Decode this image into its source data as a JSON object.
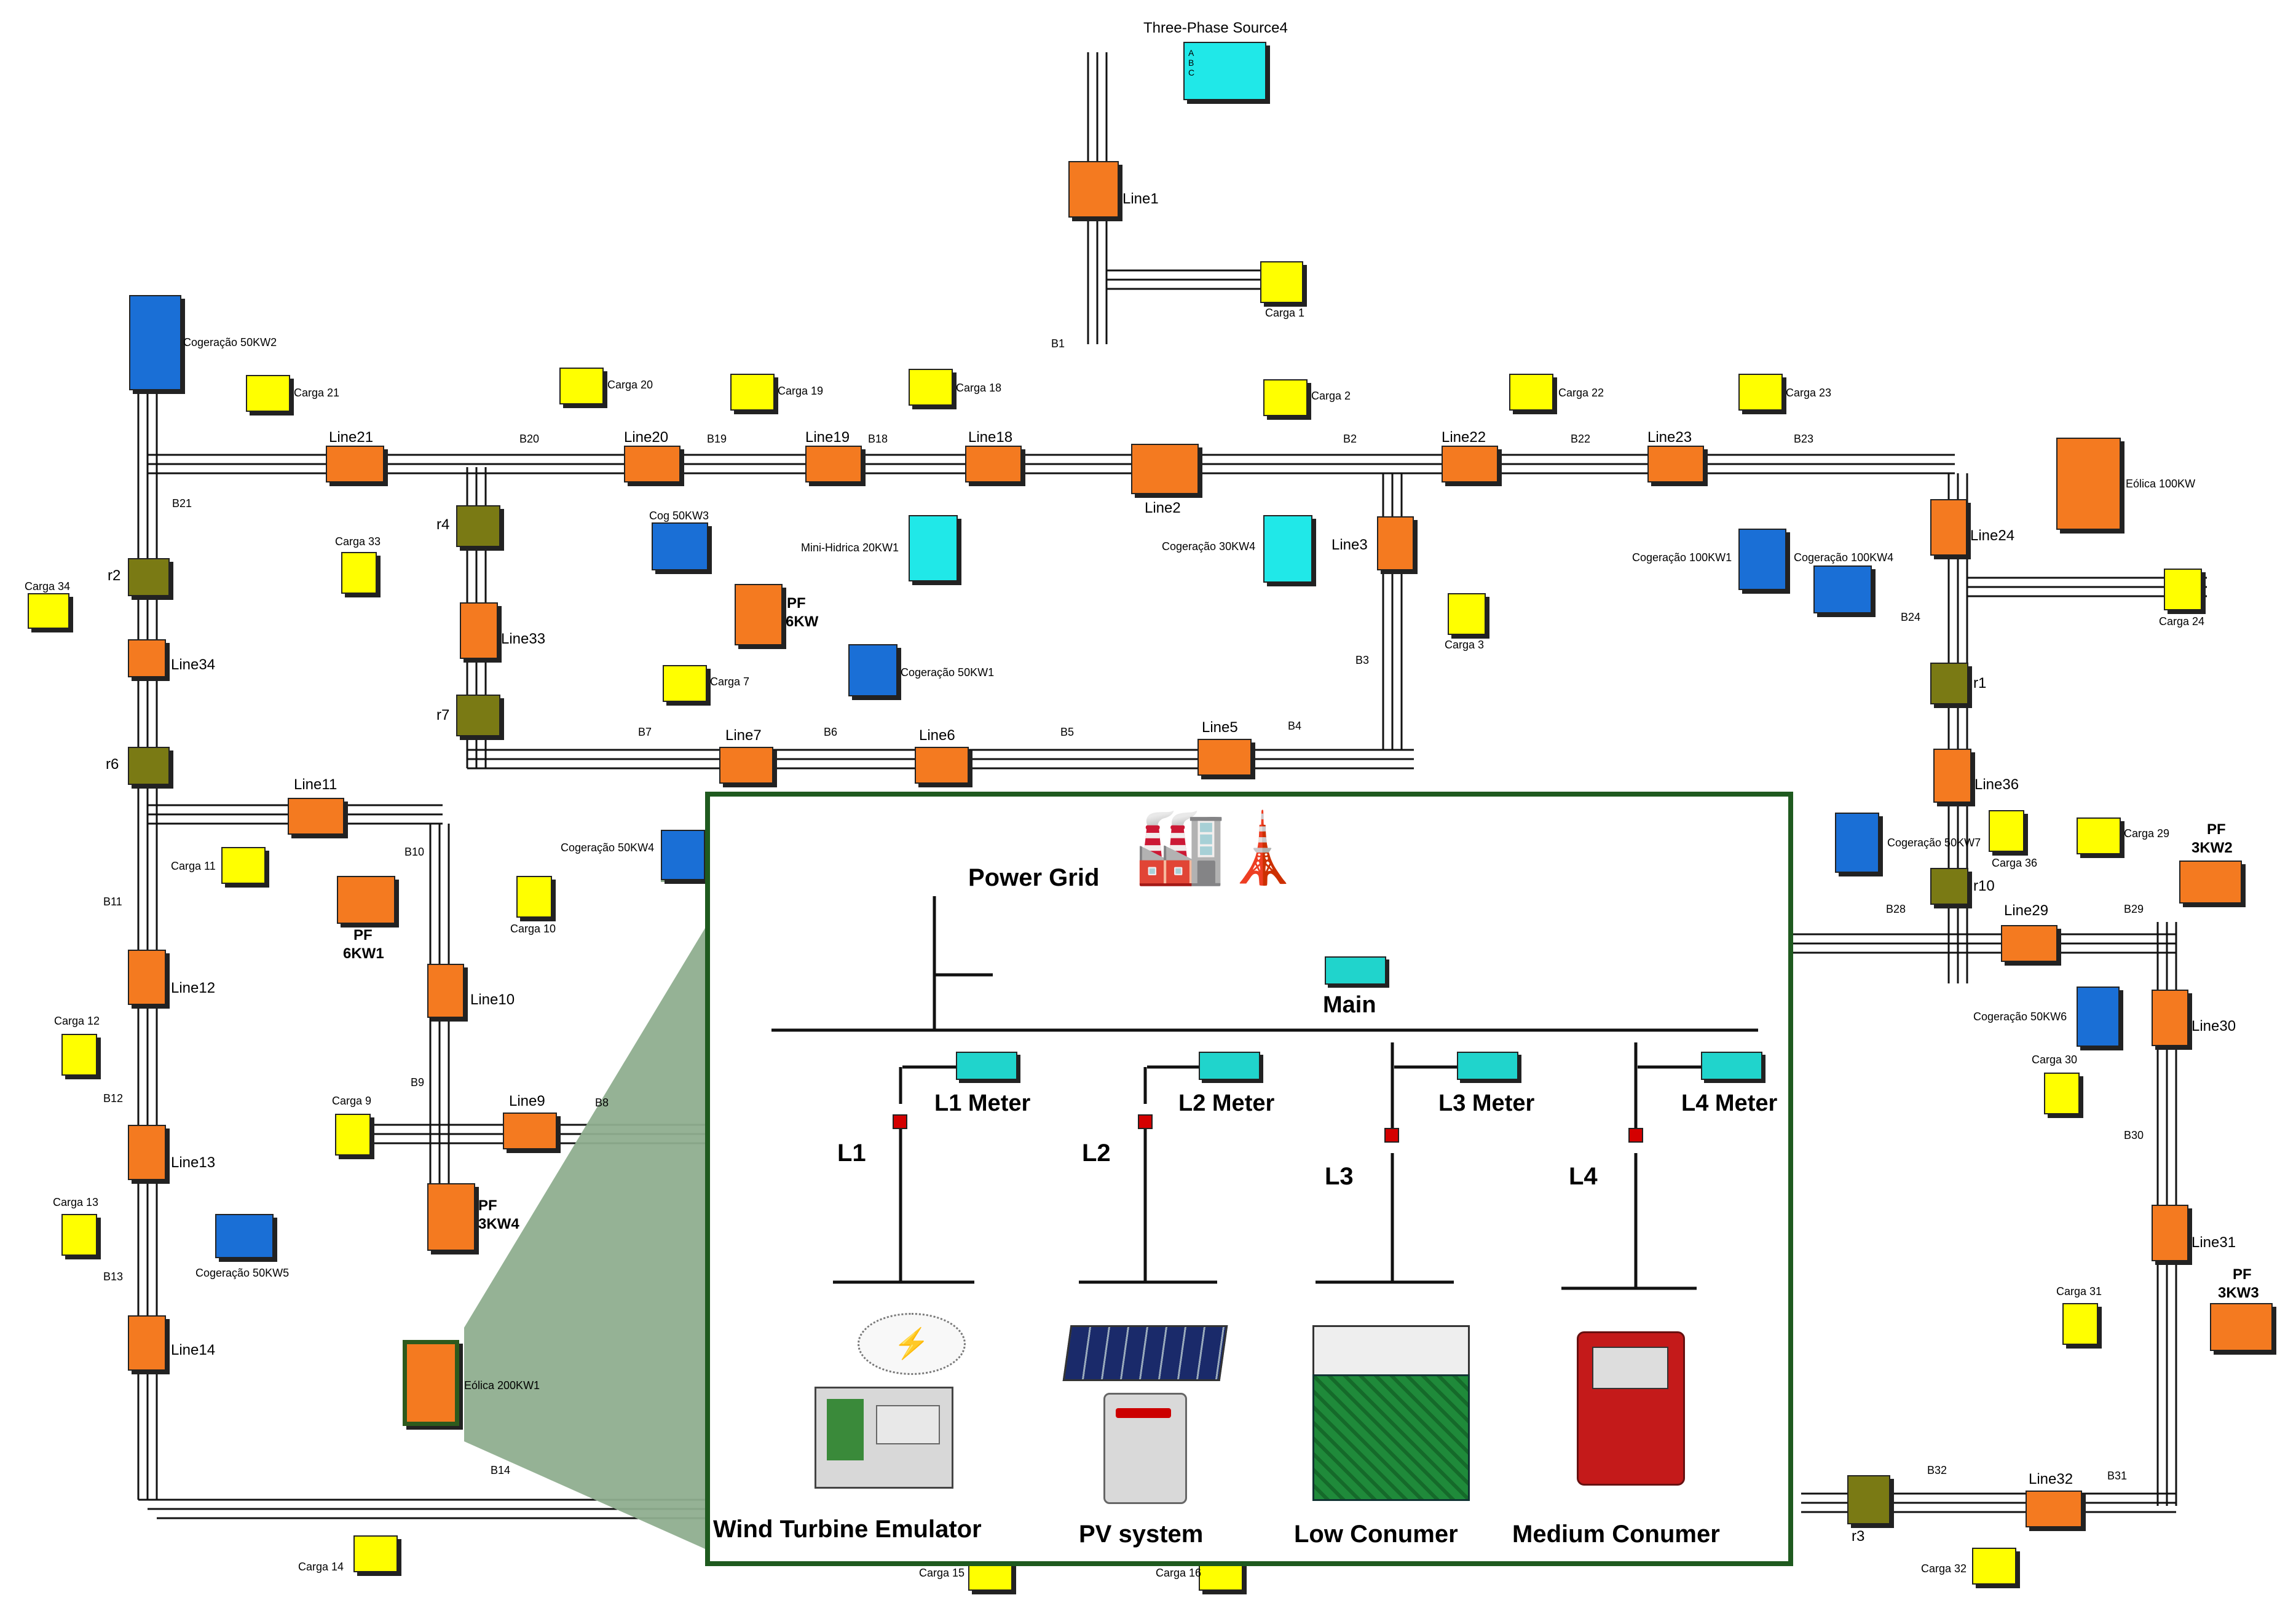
{
  "source": {
    "label": "Three-Phase Source4"
  },
  "lines": [
    "Line1",
    "Line2",
    "Line3",
    "Line5",
    "Line6",
    "Line7",
    "Line9",
    "Line10",
    "Line11",
    "Line12",
    "Line13",
    "Line14",
    "Line18",
    "Line19",
    "Line20",
    "Line21",
    "Line22",
    "Line23",
    "Line24",
    "Line29",
    "Line30",
    "Line31",
    "Line32",
    "Line33",
    "Line34",
    "Line36"
  ],
  "buses": [
    "B1",
    "B2",
    "B3",
    "B4",
    "B5",
    "B6",
    "B7",
    "B8",
    "B9",
    "B10",
    "B11",
    "B12",
    "B13",
    "B14",
    "B18",
    "B19",
    "B20",
    "B21",
    "B22",
    "B23",
    "B24",
    "B28",
    "B29",
    "B30",
    "B31",
    "B32"
  ],
  "loads": [
    "Carga 1",
    "Carga 2",
    "Carga 3",
    "Carga 7",
    "Carga 9",
    "Carga 10",
    "Carga 11",
    "Carga 12",
    "Carga 13",
    "Carga 14",
    "Carga 15",
    "Carga 16",
    "Carga 18",
    "Carga 19",
    "Carga 20",
    "Carga 21",
    "Carga 22",
    "Carga 23",
    "Carga 24",
    "Carga 29",
    "Carga 30",
    "Carga 31",
    "Carga 32",
    "Carga 33",
    "Carga 34",
    "Carga 36"
  ],
  "regulators": [
    "r1",
    "r2",
    "r3",
    "r4",
    "r6",
    "r7",
    "r10"
  ],
  "generators": {
    "cogen_50kw2": "Cogeração 50KW2",
    "cogen_50kw1": "Cogeração 50KW1",
    "cogen_50kw4": "Cogeração 50KW4",
    "cogen_50kw5": "Cogeração 50KW5",
    "cogen_50kw6": "Cogeração 50KW6",
    "cogen_50kw7": "Cogeração 50KW7",
    "cogen_30kw4": "Cogeração 30KW4",
    "cogen_100kw1": "Cogeração 100KW1",
    "cogen_100kw4": "Cogeração 100KW4",
    "cog_50kw3": "Cog 50KW3",
    "mini_hidrica": "Mini-Hidrica 20KW1",
    "eolica_100": "Eólica 100KW",
    "eolica_200": "Eólica 200KW1",
    "pf_6kw": [
      "PF",
      "6KW"
    ],
    "pf_6kw1": [
      "PF",
      "6KW1"
    ],
    "pf_3kw4": [
      "PF",
      "3KW4"
    ],
    "pf_3kw2": [
      "PF",
      "3KW2"
    ],
    "pf_3kw3": [
      "PF",
      "3KW3"
    ]
  },
  "inset": {
    "power_grid": "Power Grid",
    "main": "Main",
    "meters": [
      "L1 Meter",
      "L2 Meter",
      "L3 Meter",
      "L4 Meter"
    ],
    "switches": [
      "L1",
      "L2",
      "L3",
      "L4"
    ],
    "devices": [
      "Wind Turbine Emulator",
      "PV system",
      "Low Conumer",
      "Medium Conumer"
    ]
  },
  "colors": {
    "load": "#ffff00",
    "line": "#f47a20",
    "source": "#20e8e8",
    "cogen": "#1a6fd6",
    "regulator": "#7a7a14",
    "inset_border": "#1f5a1f",
    "callout": "#8fae8f"
  }
}
